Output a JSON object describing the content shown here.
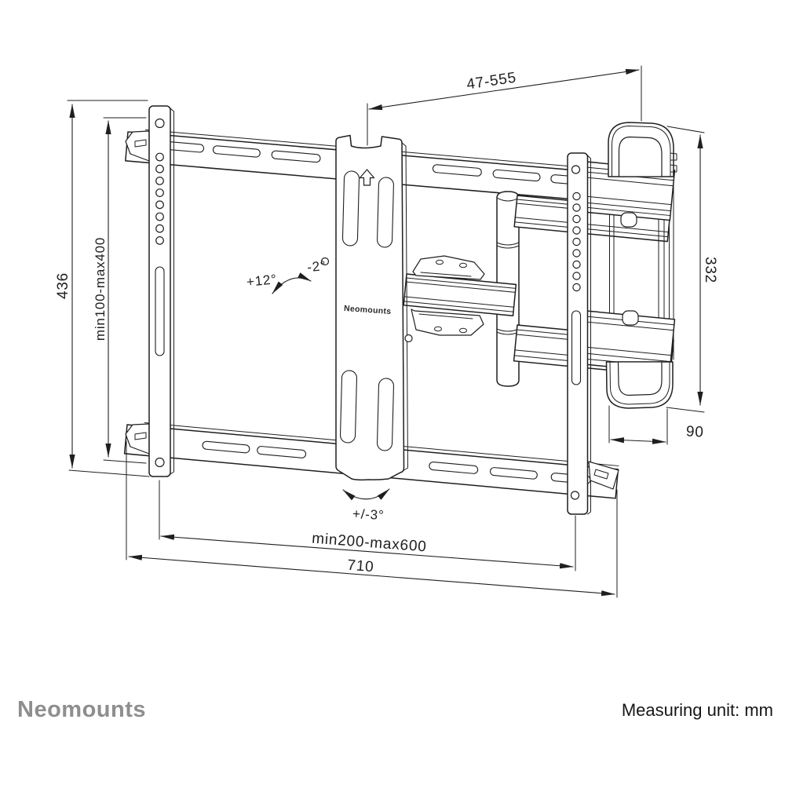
{
  "theme": {
    "line": "#1f1f1f",
    "brand": "#8e8e8e",
    "ink": "#161616",
    "bg": "#ffffff"
  },
  "footer": {
    "brand": "Neomounts",
    "note": "Measuring unit: mm"
  },
  "diagram": {
    "plate_label": "Neomounts",
    "dimensions": {
      "depth_range": "47-555",
      "height_total": "436",
      "vesa_vertical": "min100-max400",
      "wall_plate_height": "332",
      "wall_plate_depth": "90",
      "vesa_horizontal": "min200-max600",
      "width_total": "710"
    },
    "angles": {
      "tilt_up": "+12°",
      "tilt_down": "-2°",
      "swivel": "+/-3°"
    }
  }
}
